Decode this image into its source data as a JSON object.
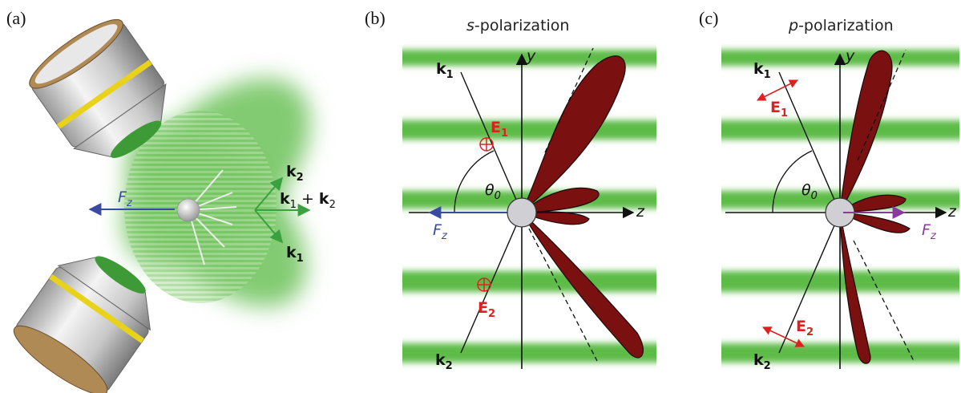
{
  "panels": {
    "a": {
      "label": "(a)",
      "force": {
        "main": "F",
        "sub": "z"
      },
      "k2": {
        "main": "k",
        "sub": "2"
      },
      "k1": {
        "main": "k",
        "sub": "1"
      },
      "sum": {
        "k1main": "k",
        "k1sub": "1",
        "plus": " + ",
        "k2main": "k",
        "k2sub": "2"
      }
    },
    "b": {
      "label": "(b)",
      "title_italic": "s",
      "title_rest": "-polarization",
      "k1": {
        "main": "k",
        "sub": "1"
      },
      "k2": {
        "main": "k",
        "sub": "2"
      },
      "E1": {
        "main": "E",
        "sub": "1"
      },
      "E2": {
        "main": "E",
        "sub": "2"
      },
      "theta": {
        "main": "θ",
        "sub": "0"
      },
      "y_axis": "y",
      "z_axis": "z",
      "force": {
        "main": "F",
        "sub": "z"
      }
    },
    "c": {
      "label": "(c)",
      "title_italic": "p",
      "title_rest": "-polarization",
      "k1": {
        "main": "k",
        "sub": "1"
      },
      "k2": {
        "main": "k",
        "sub": "2"
      },
      "E1": {
        "main": "E",
        "sub": "1"
      },
      "E2": {
        "main": "E",
        "sub": "2"
      },
      "theta": {
        "main": "θ",
        "sub": "0"
      },
      "y_axis": "y",
      "z_axis": "z",
      "force": {
        "main": "F",
        "sub": "z"
      }
    }
  },
  "colors": {
    "green": "#5dbb46",
    "lobe": "#7a1010",
    "red": "#e02020",
    "blue": "#3a4aa0",
    "purple": "#8a3a9a",
    "arrow_green": "#3aa040"
  }
}
